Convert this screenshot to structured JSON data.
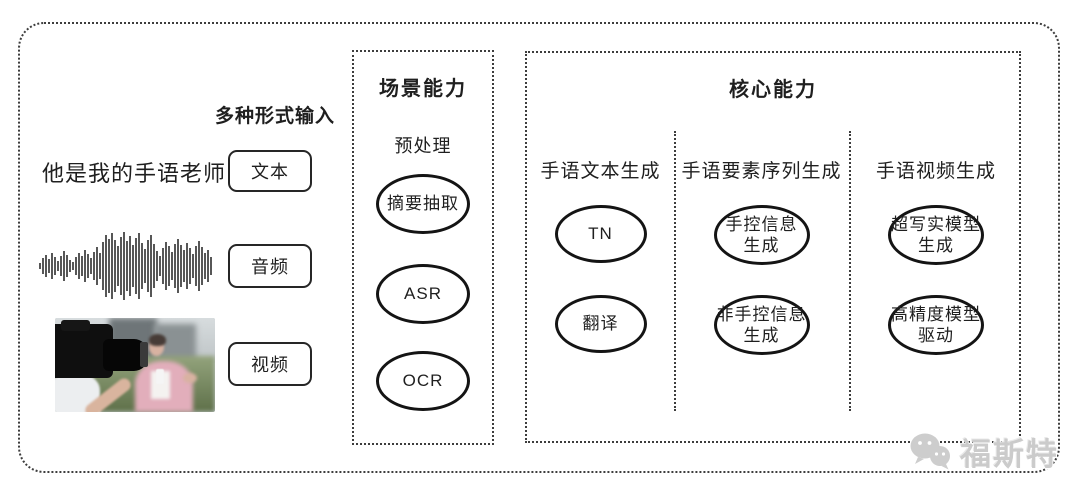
{
  "colors": {
    "frame_border": "#3d3d3d",
    "node_border": "#141414",
    "text": "#1f1f1f",
    "watermark": "#cbcbcb"
  },
  "input_section": {
    "title": "多种形式输入",
    "sample_text": "他是我的手语老师",
    "boxes": [
      {
        "label": "文本"
      },
      {
        "label": "音频"
      },
      {
        "label": "视频"
      }
    ],
    "icons": {
      "waveform": "audio-waveform-icon",
      "video_thumbnail": "reporter-filming-photo"
    }
  },
  "scene_box": {
    "title": "场景能力",
    "subtitle": "预处理",
    "nodes": [
      {
        "lines": [
          "摘要抽取"
        ]
      },
      {
        "lines": [
          "ASR"
        ]
      },
      {
        "lines": [
          "OCR"
        ]
      }
    ]
  },
  "core_box": {
    "title": "核心能力",
    "columns": [
      {
        "header": "手语文本生成",
        "nodes": [
          {
            "lines": [
              "TN"
            ]
          },
          {
            "lines": [
              "翻译"
            ]
          }
        ]
      },
      {
        "header": "手语要素序列生成",
        "nodes": [
          {
            "lines": [
              "手控信息",
              "生成"
            ]
          },
          {
            "lines": [
              "非手控信息",
              "生成"
            ]
          }
        ]
      },
      {
        "header": "手语视频生成",
        "nodes": [
          {
            "lines": [
              "超写实模型",
              "生成"
            ]
          },
          {
            "lines": [
              "高精度模型",
              "驱动"
            ]
          }
        ]
      }
    ]
  },
  "watermark": {
    "text": "福斯特",
    "icon": "wechat-bubbles-icon"
  }
}
